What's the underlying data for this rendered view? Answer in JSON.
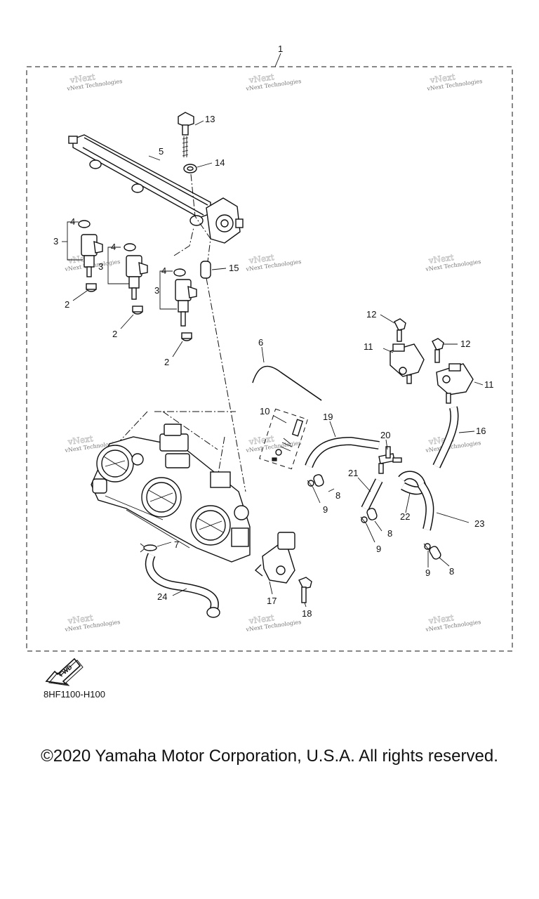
{
  "diagram": {
    "callouts": [
      "1",
      "2",
      "2",
      "2",
      "3",
      "3",
      "3",
      "4",
      "4",
      "4",
      "5",
      "6",
      "7",
      "8",
      "8",
      "8",
      "9",
      "9",
      "9",
      "10",
      "11",
      "11",
      "12",
      "12",
      "13",
      "14",
      "15",
      "16",
      "17",
      "18",
      "19",
      "20",
      "21",
      "22",
      "23",
      "24"
    ],
    "watermark_text": "vNext Technologies",
    "fwd_label": "FWD",
    "part_code": "8HF1100-H100"
  },
  "footer": {
    "copyright": "©2020 Yamaha Motor Corporation, U.S.A. All rights reserved."
  }
}
